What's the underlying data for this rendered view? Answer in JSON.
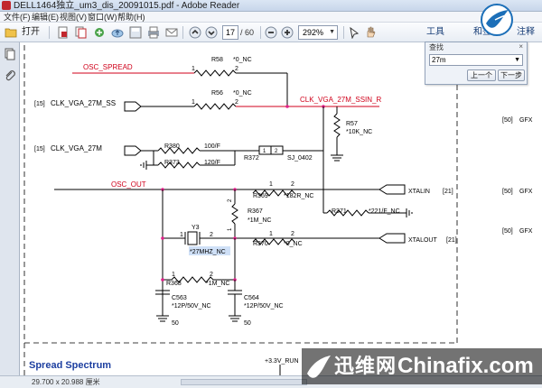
{
  "window": {
    "title": "DELL1464独立_um3_dis_20091015.pdf - Adobe Reader"
  },
  "menubar": {
    "items": [
      "文件(F)",
      "编辑(E)",
      "视图(V)",
      "窗口(W)",
      "帮助(H)"
    ]
  },
  "toolbar": {
    "open_label": "打开",
    "current_page": "17",
    "total_pages": "/ 60",
    "zoom": "292%",
    "tools_label": "工具",
    "sign_label": "和签名",
    "comment_label": "注释"
  },
  "find": {
    "title": "查找",
    "query": "27m",
    "prev_label": "上一个",
    "next_label": "下一步"
  },
  "schematic": {
    "nets": {
      "osc_spread": "OSC_SPREAD",
      "clk_vga_27m_ss": "CLK_VGA_27M_SS",
      "clk_vga_27m_ssin_r": "CLK_VGA_27M_SSIN_R",
      "clk_vga_27m": "CLK_VGA_27M",
      "osc_out": "OSC_OUT",
      "xtalin": "XTALIN",
      "xtalout": "XTALOUT",
      "power": "+3.3V_RUN"
    },
    "page_refs": {
      "clk_vga_27m_ss": "[15]",
      "clk_vga_27m": "[15]",
      "xtalin": "[21]",
      "xtalout": "[21]"
    },
    "right_refs": [
      {
        "ref": "[50]",
        "label": "GFX"
      },
      {
        "ref": "[50]",
        "label": "GFX"
      },
      {
        "ref": "[50]",
        "label": "GFX"
      }
    ],
    "components": {
      "r58": {
        "ref": "R58",
        "value": "*0_NC"
      },
      "r56": {
        "ref": "R56",
        "value": "*0_NC"
      },
      "r57": {
        "ref": "R57",
        "value": "*10K_NC"
      },
      "r380": {
        "ref": "R380",
        "value": "100/F"
      },
      "r373": {
        "ref": "R373",
        "value": "120/F"
      },
      "r372": {
        "ref": "R372",
        "value": "SJ_0402"
      },
      "r369": {
        "ref": "R369",
        "value": "*182R_NC"
      },
      "r367": {
        "ref": "R367",
        "value": "*1M_NC"
      },
      "r371": {
        "ref": "R371",
        "value": "*221/F_NC"
      },
      "y3": {
        "ref": "Y3",
        "value": "*27MHZ_NC"
      },
      "r370": {
        "ref": "R370",
        "value": "*0_NC"
      },
      "r368": {
        "ref": "R368",
        "value": "*1M_NC"
      },
      "c563": {
        "ref": "C563",
        "value": "*12P/50V_NC"
      },
      "c564": {
        "ref": "C564",
        "value": "*12P/50V_NC"
      }
    },
    "pins": {
      "one": "1",
      "two": "2"
    },
    "ground_value": "50",
    "section_title": "Spread Spectrum"
  },
  "statusbar": {
    "page_size": "29.700 x 20.988 厘米"
  },
  "watermark": {
    "cn": "迅维网",
    "en": "Chinafix.com"
  },
  "colors": {
    "net_red": "#d0021b",
    "wire_black": "#000000",
    "junction": "#e0218a",
    "section_blue": "#1d3fa0"
  }
}
